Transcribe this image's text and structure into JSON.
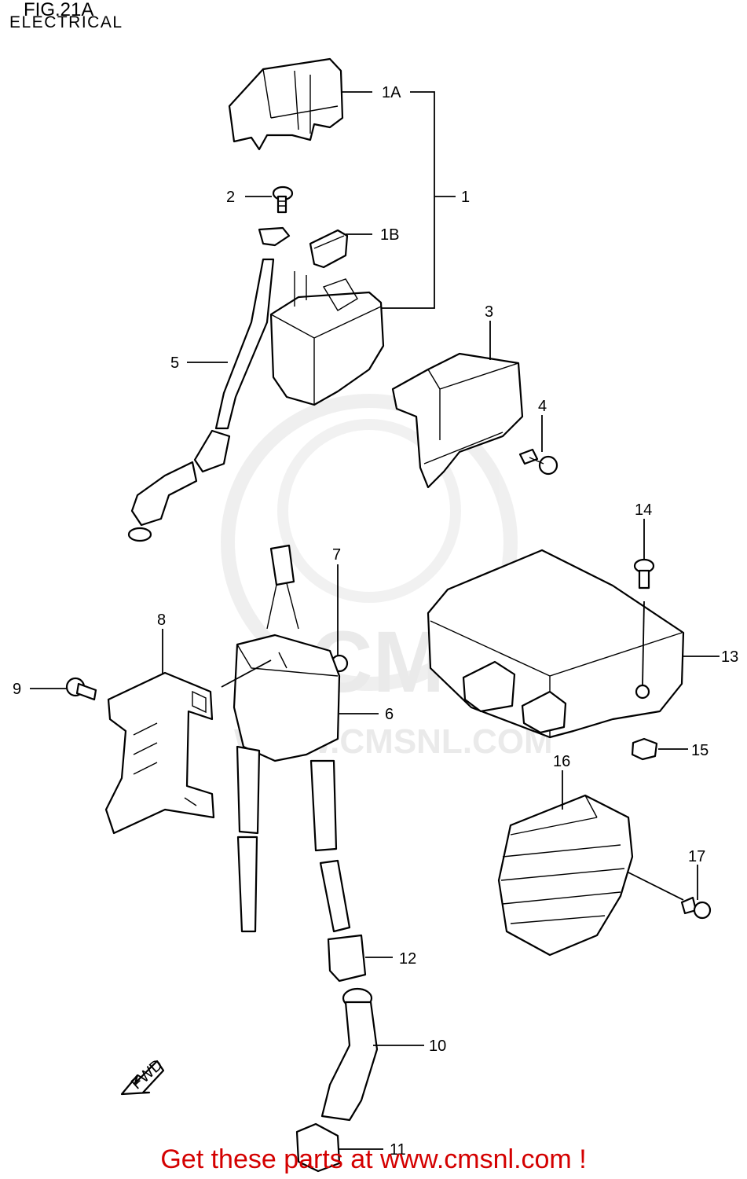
{
  "header": {
    "figure": "FIG.21A",
    "section": "ELECTRICAL"
  },
  "watermark": {
    "brand": "CMS",
    "url": "WWW.CMSNL.COM",
    "color": "#e6e6e6"
  },
  "callouts": {
    "c1A": "1A",
    "c1": "1",
    "c2": "2",
    "c1B": "1B",
    "c3": "3",
    "c4": "4",
    "c5": "5",
    "c7": "7",
    "c8": "8",
    "c9": "9",
    "c6": "6",
    "c14": "14",
    "c13": "13",
    "c15": "15",
    "c16": "16",
    "c17": "17",
    "c12": "12",
    "c10": "10",
    "c11": "11"
  },
  "fwd_label": "FWD",
  "footer": {
    "text": "Get these parts at www.cmsnl.com !",
    "color": "#d40000"
  }
}
